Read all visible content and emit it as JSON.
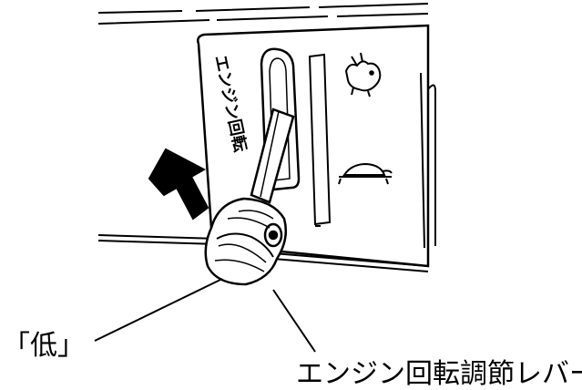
{
  "callouts": {
    "low": "「低」",
    "lever": "エンジン回転調節レバー"
  },
  "panel": {
    "vertical_label": "エンジン回転"
  },
  "icons": [
    "rabbit-icon",
    "turtle-icon",
    "up-arrow-icon"
  ],
  "colors": {
    "line": "#000000",
    "background": "#ffffff"
  }
}
